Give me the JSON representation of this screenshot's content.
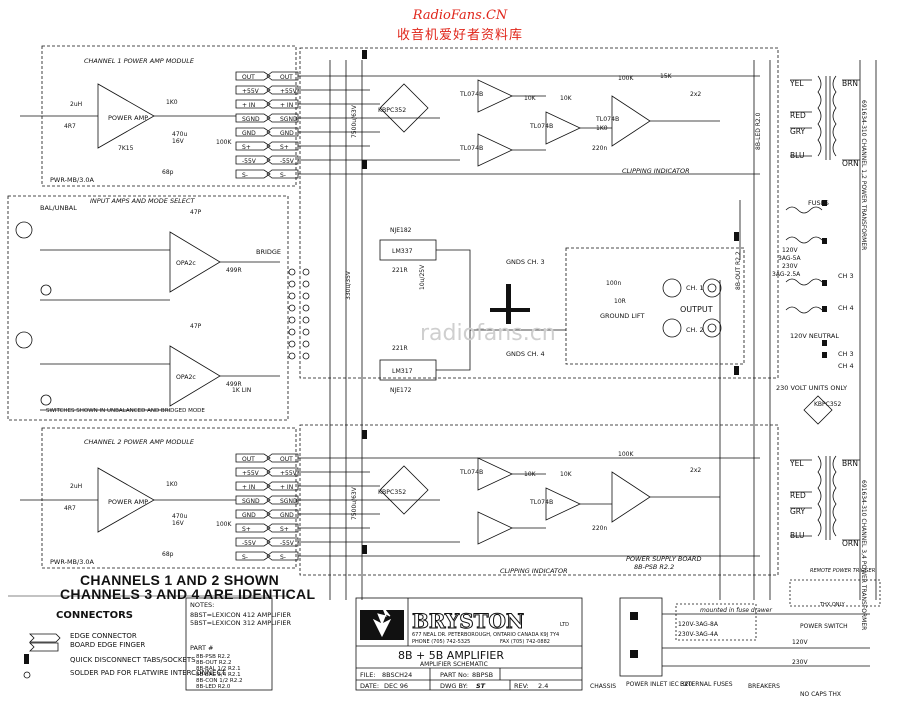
{
  "watermark": {
    "site": "RadioFans.CN",
    "cn": "收音机爱好者资料库",
    "center": "radiofans.cn"
  },
  "modules": {
    "ch1": "CHANNEL 1 POWER AMP MODULE",
    "ch2": "CHANNEL 2 POWER AMP MODULE",
    "pwr": "PWR-MB/3.0A",
    "input_select": "INPUT AMPS AND MODE SELECT",
    "power_amp": "POWER AMP",
    "clip": "CLIPPING INDICATOR",
    "psu_board": "POWER SUPPLY BOARD",
    "psu_part": "8B-PSB R2.2",
    "output": "OUTPUT",
    "out_part": "8B-OUT R2.2",
    "ground_lift": "GROUND LIFT",
    "bridge": "BRIDGE",
    "bal_unbal": "BAL/UNBAL",
    "switch_note": "SWITCHES SHOWN IN UNBALANCED AND BRIDGED MODE",
    "led_part": "8B-LED R2.0",
    "transformer": "691634-310 CHANNEL 1,2 POWER TRANSFORMER",
    "transformer2": "691634-310 CHANNEL 3,4 POWER TRANSFORMER",
    "fuses": "FUSES",
    "thx": "THX ONLY",
    "remote": "REMOTE POWER TRIGGER",
    "units_only": "230 VOLT UNITS ONLY",
    "neutral": "120V NEUTRAL"
  },
  "connector_labels": [
    "OUT",
    "+55V",
    "+ IN",
    "SGND",
    "GND",
    "S+",
    "-55V",
    "S-"
  ],
  "ic_labels": {
    "tl074": "TL074B",
    "opa": "OPA2c",
    "lm337": "LM337",
    "lm317": "LM317",
    "kbpc": "KBPC352"
  },
  "wire_colors": [
    "YEL",
    "RED",
    "GRY",
    "BLU",
    "BRN",
    "ORN"
  ],
  "channels": {
    "c1": "CH. 1",
    "c2": "CH. 2",
    "c3": "CH 3",
    "c4": "CH 4",
    "gnd3": "GNDS CH. 3",
    "gnd4": "GNDS CH. 4"
  },
  "captions": {
    "line1": "CHANNELS 1 AND 2 SHOWN",
    "line2": "CHANNELS 3 AND 4 ARE IDENTICAL"
  },
  "legend": {
    "title": "CONNECTORS",
    "items": [
      "EDGE CONNECTOR",
      "BOARD EDGE FINGER",
      "QUICK DISCONNECT TABS/SOCKETS",
      "SOLDER PAD FOR FLATWIRE INTERCONNECT"
    ]
  },
  "notes": {
    "title": "NOTES:",
    "lines": [
      "8BST=LEXICON 412 AMPLIFIER",
      "5BST=LEXICON 312 AMPLIFIER"
    ],
    "parts_title": "PART #",
    "parts": [
      "8B-PSB R2.2",
      "8B-OUT R2.2",
      "8B-BAL 1/2 R2.1",
      "8B-BAL 3/4 R2.1",
      "8B-CON 1/2 R2.2",
      "8B-LED R2.0"
    ]
  },
  "titleblock": {
    "brand": "BRYSTON",
    "ltd": "LTD",
    "address": "677 NEAL DR. PETERBOROUGH, ONTARIO CANADA K9J 7Y4",
    "phone": "PHONE (705) 742-5325",
    "fax": "FAX (705) 742-0882",
    "title": "8B + 5B AMPLIFIER",
    "subtitle": "AMPLIFIER SCHEMATIC",
    "file_label": "FILE:",
    "file": "8BSCH24",
    "part_label": "PART No:",
    "part": "8BPSB",
    "date_label": "DATE:",
    "date": "DEC 96",
    "dwg_label": "DWG BY:",
    "dwg": "ST",
    "rev_label": "REV:",
    "rev": "2.4"
  },
  "bottom_right": {
    "chassis": "CHASSIS",
    "inlet": "POWER INLET IEC 320",
    "mounted": "mounted in fuse drawer",
    "ext_fuses": "EXTERNAL FUSES",
    "fuse1": "120V-3AG-8A",
    "fuse2": "230V-3AG-4A",
    "breakers": "BREAKERS",
    "switch": "POWER SWITCH",
    "nocaps": "NO CAPS THX",
    "v120": "120V",
    "v230": "230V"
  }
}
